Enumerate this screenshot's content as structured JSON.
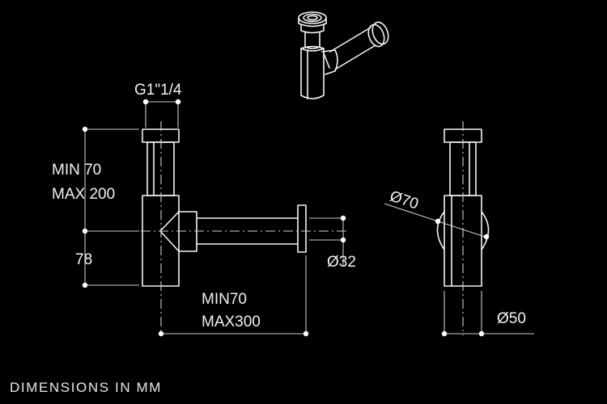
{
  "dimensions": {
    "inlet": "G1\"1/4",
    "height_min": "MIN 70",
    "height_max": "MAX 200",
    "outlet_height": "78",
    "outlet_diameter": "Ø32",
    "reach_min": "MIN70",
    "reach_max": "MAX300",
    "cup_diameter": "Ø70",
    "body_diameter": "Ø50"
  },
  "footer": "DIMENSIONS IN MM",
  "colors": {
    "background": "#000000",
    "line": "#ffffff",
    "dim": "#bfbfbf"
  }
}
